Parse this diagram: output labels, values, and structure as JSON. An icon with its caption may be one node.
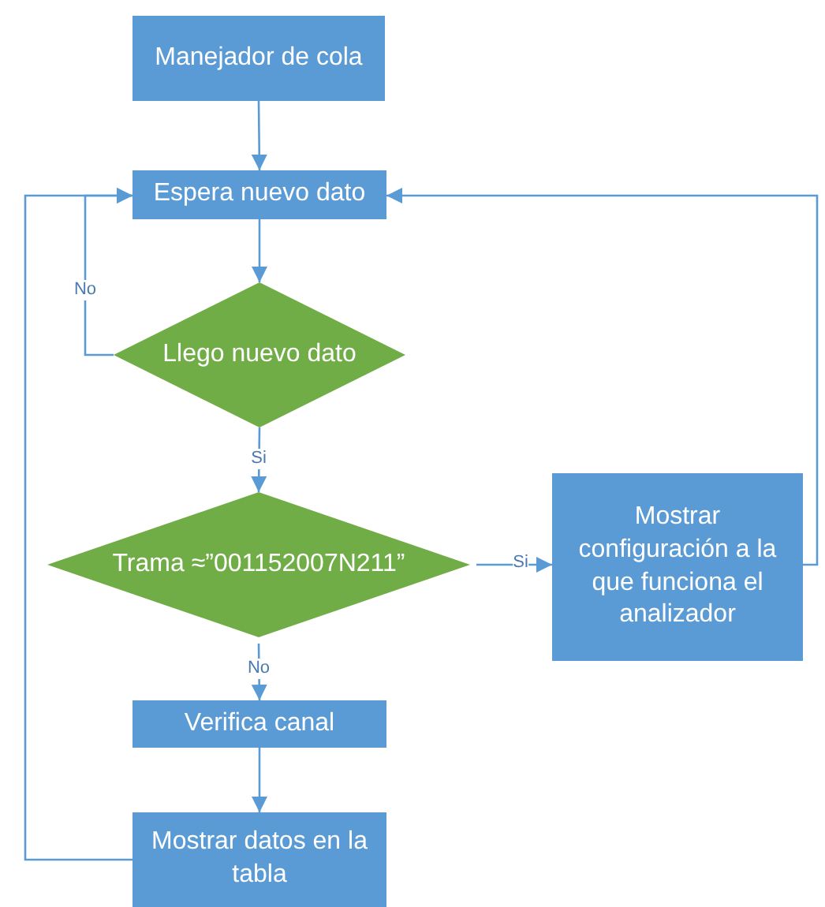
{
  "diagram": {
    "nodes": [
      {
        "text": [
          "Manejador de cola"
        ]
      },
      {
        "text": [
          "Espera nuevo dato"
        ]
      },
      {
        "text": [
          "Llego nuevo dato"
        ]
      },
      {
        "text": [
          "Trama ≈”001152007N211”"
        ]
      },
      {
        "text": [
          "Mostrar configuración a la que funciona el analizador"
        ]
      },
      {
        "text": [
          "Verifica canal"
        ]
      },
      {
        "text": [
          "Mostrar datos en la tabla"
        ]
      }
    ],
    "edges": [
      {
        "from": 0,
        "to": 1,
        "arrow": "to"
      },
      {
        "from": 1,
        "to": 2,
        "arrow": "to"
      },
      {
        "from": 2,
        "to": 1,
        "arrow": "to",
        "label": "No"
      },
      {
        "from": 2,
        "to": 3,
        "arrow": "to",
        "label": "Si"
      },
      {
        "from": 3,
        "to": 4,
        "arrow": "to",
        "label": "Si"
      },
      {
        "from": 4,
        "to": 1,
        "arrow": "to"
      },
      {
        "from": 3,
        "to": 5,
        "arrow": "to",
        "label": "No"
      },
      {
        "from": 5,
        "to": 6,
        "arrow": "to"
      },
      {
        "from": 6,
        "to": 1,
        "arrow": "to"
      }
    ]
  }
}
